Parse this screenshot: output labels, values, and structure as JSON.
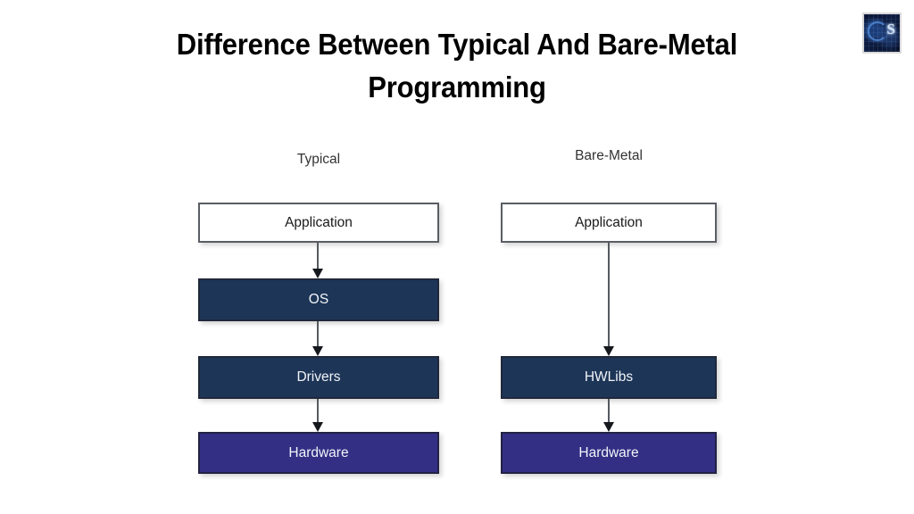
{
  "slide": {
    "background_color": "#ffffff",
    "title_lines": [
      "Difference Between Typical And Bare-Metal",
      "Programming"
    ]
  },
  "logo": {
    "name": "brand-logo",
    "mark": "S",
    "background_color": "#0a1330",
    "mark_color": "#cfe0f5"
  },
  "colors": {
    "box_light_fill": "#ffffff",
    "box_navy_fill": "#1d3557",
    "box_indigo_fill": "#332f85",
    "box_border": "#5a5d63",
    "arrow": "#555a60",
    "title_text": "#000000",
    "header_text": "#333333"
  },
  "columns": [
    {
      "id": "typical",
      "header": "Typical",
      "nodes": [
        {
          "label": "Application",
          "style": "light"
        },
        {
          "label": "OS",
          "style": "navy"
        },
        {
          "label": "Drivers",
          "style": "navy"
        },
        {
          "label": "Hardware",
          "style": "indigo"
        }
      ],
      "arrows": [
        {
          "from": "Application",
          "to": "OS"
        },
        {
          "from": "OS",
          "to": "Drivers"
        },
        {
          "from": "Drivers",
          "to": "Hardware"
        }
      ]
    },
    {
      "id": "bare-metal",
      "header": "Bare-Metal",
      "nodes": [
        {
          "label": "Application",
          "style": "light"
        },
        {
          "label": "HWLibs",
          "style": "navy"
        },
        {
          "label": "Hardware",
          "style": "indigo"
        }
      ],
      "arrows": [
        {
          "from": "Application",
          "to": "HWLibs"
        },
        {
          "from": "HWLibs",
          "to": "Hardware"
        }
      ]
    }
  ]
}
